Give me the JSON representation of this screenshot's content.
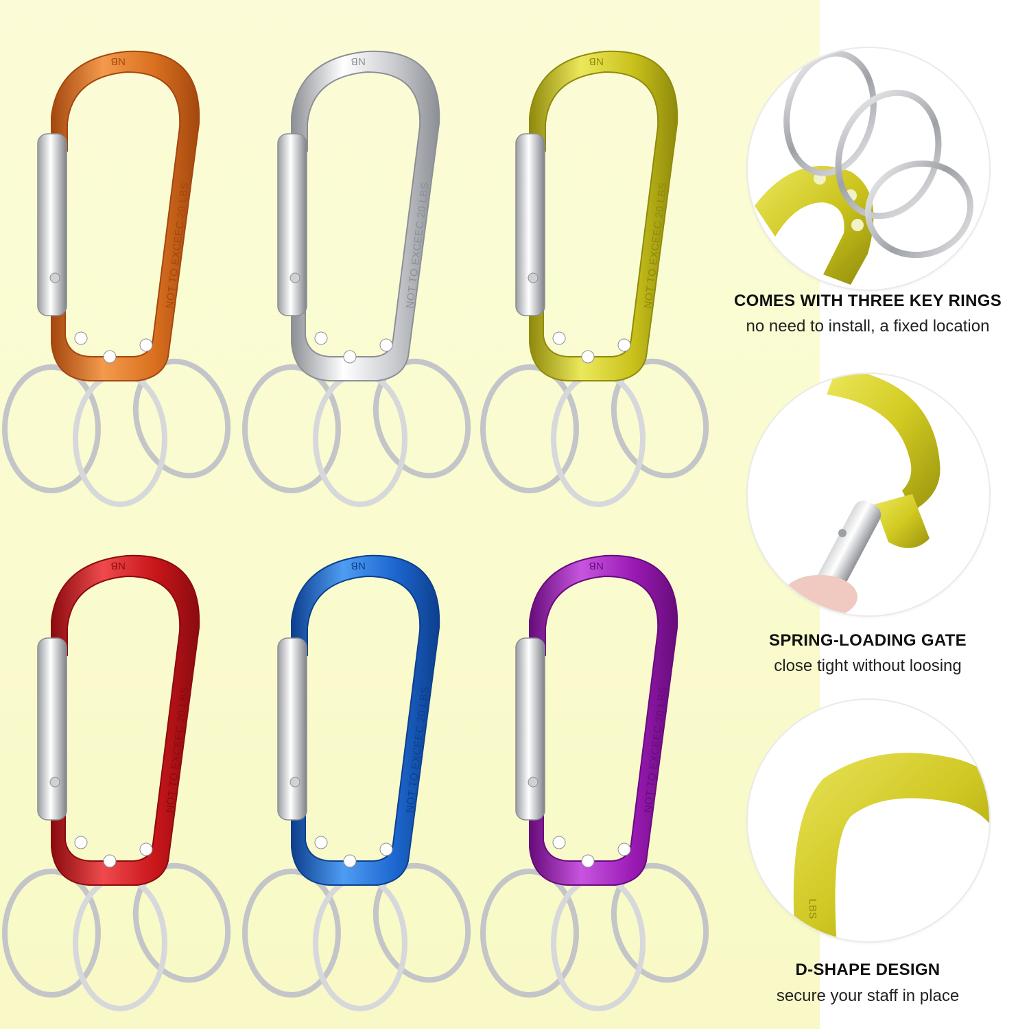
{
  "carabiners": [
    {
      "id": "orange",
      "color": "#d9701f",
      "highlight": "#f39a4c",
      "shadow": "#a4470f",
      "engraving_top": "NB",
      "engraving_side": "NOT TO EXCEEC 20 LBS"
    },
    {
      "id": "silver",
      "color": "#c9cbcf",
      "highlight": "#ffffff",
      "shadow": "#8c8f95",
      "engraving_top": "NB",
      "engraving_side": "NOT TO EXCEEC 20 LBS"
    },
    {
      "id": "yellow",
      "color": "#c9c21b",
      "highlight": "#ece85c",
      "shadow": "#8f8a0c",
      "engraving_top": "NB",
      "engraving_side": "NOT TO EXCEEC 20 LBS"
    },
    {
      "id": "red",
      "color": "#c9161b",
      "highlight": "#ee4a4d",
      "shadow": "#8a0b0f",
      "engraving_top": "NB",
      "engraving_side": "NOT TO EXCEEC 20 LBS"
    },
    {
      "id": "blue",
      "color": "#1d67cf",
      "highlight": "#4f9cf2",
      "shadow": "#0d3f8e",
      "engraving_top": "NB",
      "engraving_side": "NOT TO EXCEEC 20 LBS"
    },
    {
      "id": "purple",
      "color": "#9b1ab5",
      "highlight": "#c755df",
      "shadow": "#670c7a",
      "engraving_top": "NB",
      "engraving_side": "NOT TO EXCEEC 20 LBS"
    }
  ],
  "features": [
    {
      "title": "COMES WITH THREE KEY RINGS",
      "subtitle": "no need to install, a fixed location"
    },
    {
      "title": "SPRING-LOADING GATE",
      "subtitle": "close tight without loosing"
    },
    {
      "title": "D-SHAPE DESIGN",
      "subtitle": "secure your staff in place",
      "engraving": "LBS"
    }
  ],
  "colors": {
    "background_left": "#fbfcd7",
    "background_right": "#ffffff",
    "ring_metal": "#c3c5c9",
    "detail_yellow": "#c9c21b"
  }
}
